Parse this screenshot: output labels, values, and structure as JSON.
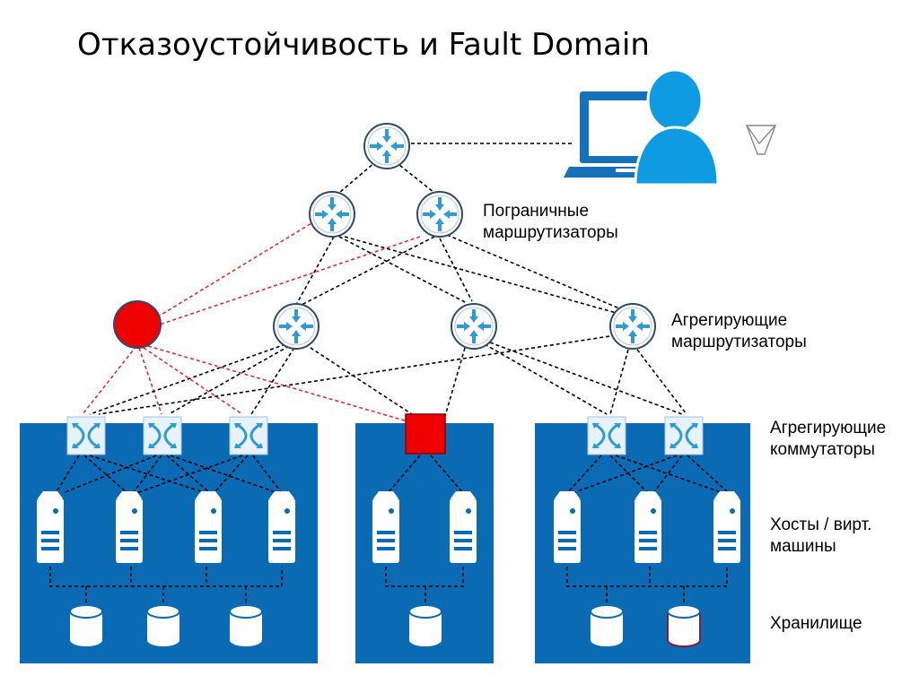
{
  "title": "Отказоустойчивость и Fault Domain",
  "labels": {
    "border_routers": {
      "line1": "Пограничные",
      "line2": "маршрутизаторы"
    },
    "aggregation_routers": {
      "line1": "Агрегирующие",
      "line2": "маршрутизаторы"
    },
    "aggregation_switches": {
      "line1": "Агрегирующие",
      "line2": "коммутаторы"
    },
    "hosts": {
      "line1": "Хосты / вирт.",
      "line2": "машины"
    },
    "storage": {
      "line1": "Хранилище"
    }
  },
  "colors": {
    "domain_blue": "#0a6ab4",
    "router_fill": "#ffffff",
    "router_border": "#2f4a6b",
    "arrow_blue": "#2f9bd6",
    "switch_fill": "#e8f2fb",
    "failed_red": "#ee0000",
    "user_blue": "#0e9be2",
    "laptop_blue": "#1671b8",
    "link_black": "#000000",
    "link_red": "#e03030"
  },
  "icons": {
    "router": "router-icon",
    "switch": "switch-icon",
    "server": "server-icon",
    "storage": "storage-cylinder-icon",
    "user": "user-icon",
    "laptop": "laptop-icon",
    "mail": "mail-icon"
  },
  "status": {
    "failed_aggregation_router": "failed",
    "failed_aggregation_switch": "failed"
  }
}
